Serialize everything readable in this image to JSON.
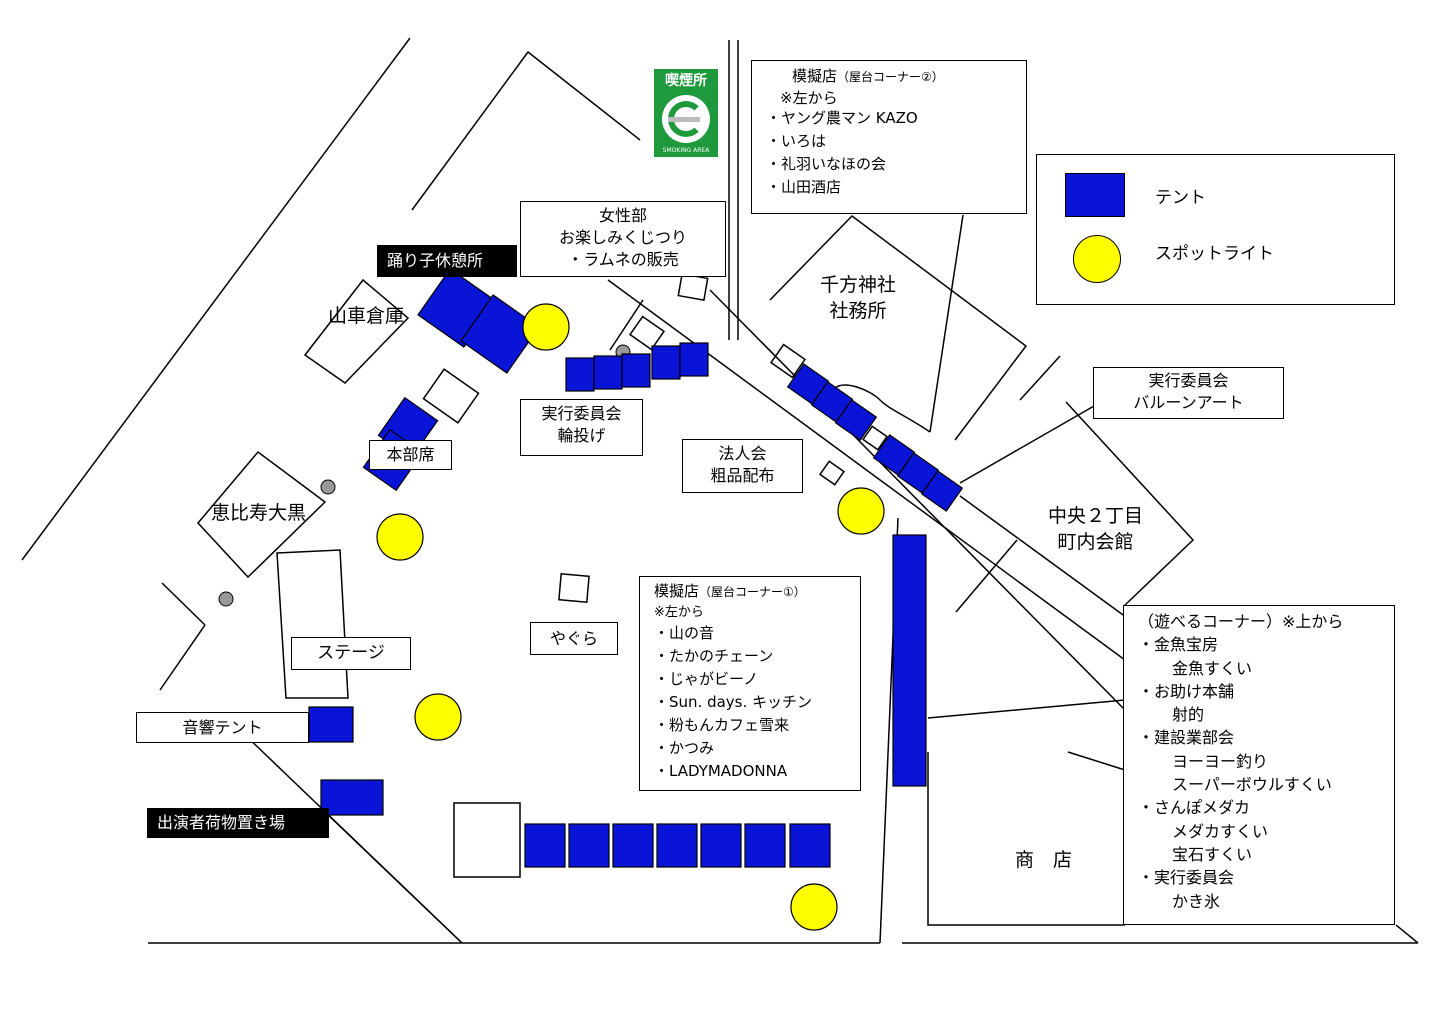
{
  "colors": {
    "tent": "#0a14d6",
    "spotlight": "#ffff00",
    "smoking_sign": "#1e9a3c"
  },
  "smoking_sign": {
    "title": "喫煙所",
    "subtitle": "SMOKING AREA",
    "icon": "smoking-area-icon"
  },
  "legend": {
    "tent_label": "テント",
    "spotlight_label": "スポットライト"
  },
  "labels": {
    "odoriko": "踊り子休憩所",
    "yamaguruma": "山車倉庫",
    "honbuseki": "本部席",
    "ebisu": "恵比寿大黒",
    "stage": "ステージ",
    "onkyo": "音響テント",
    "shutsuensha": "出演者荷物置き場",
    "yagura": "やぐら",
    "shrine_line1": "千方神社",
    "shrine_line2": "社務所",
    "chuo_line1": "中央２丁目",
    "chuo_line2": "町内会館",
    "shop": "商　店"
  },
  "josei": {
    "lines": [
      "女性部",
      "お楽しみくじつり",
      "・ラムネの販売"
    ]
  },
  "wanage": {
    "lines": [
      "実行委員会",
      "輪投げ"
    ]
  },
  "hojinkai": {
    "lines": [
      "法人会",
      "粗品配布"
    ]
  },
  "balloon": {
    "lines": [
      "実行委員会",
      "バルーンアート"
    ]
  },
  "mogi2": {
    "title": "模擬店",
    "subtitle": "（屋台コーナー②）",
    "note": "※左から",
    "items": [
      "・ヤング農マン KAZO",
      "・いろは",
      "・礼羽いなほの会",
      "・山田酒店"
    ]
  },
  "mogi1": {
    "title": "模擬店",
    "subtitle": "（屋台コーナー①）",
    "note": "※左から",
    "items": [
      "・山の音",
      "・たかのチェーン",
      "・じゃがビーノ",
      "・Sun. days. キッチン",
      "・粉もんカフェ雪来",
      "・かつみ",
      "・LADYMADONNA"
    ]
  },
  "asobu": {
    "title": "（遊べるコーナー）※上から",
    "groups": [
      {
        "name": "・金魚宝房",
        "items": [
          "金魚すくい"
        ]
      },
      {
        "name": "・お助け本舗",
        "items": [
          "射的"
        ]
      },
      {
        "name": "・建設業部会",
        "items": [
          "ヨーヨー釣り",
          "スーパーボウルすくい"
        ]
      },
      {
        "name": "・さんぽメダカ",
        "items": [
          "メダカすくい",
          "宝石すくい"
        ]
      },
      {
        "name": "・実行委員会",
        "items": [
          "かき氷"
        ]
      }
    ]
  }
}
